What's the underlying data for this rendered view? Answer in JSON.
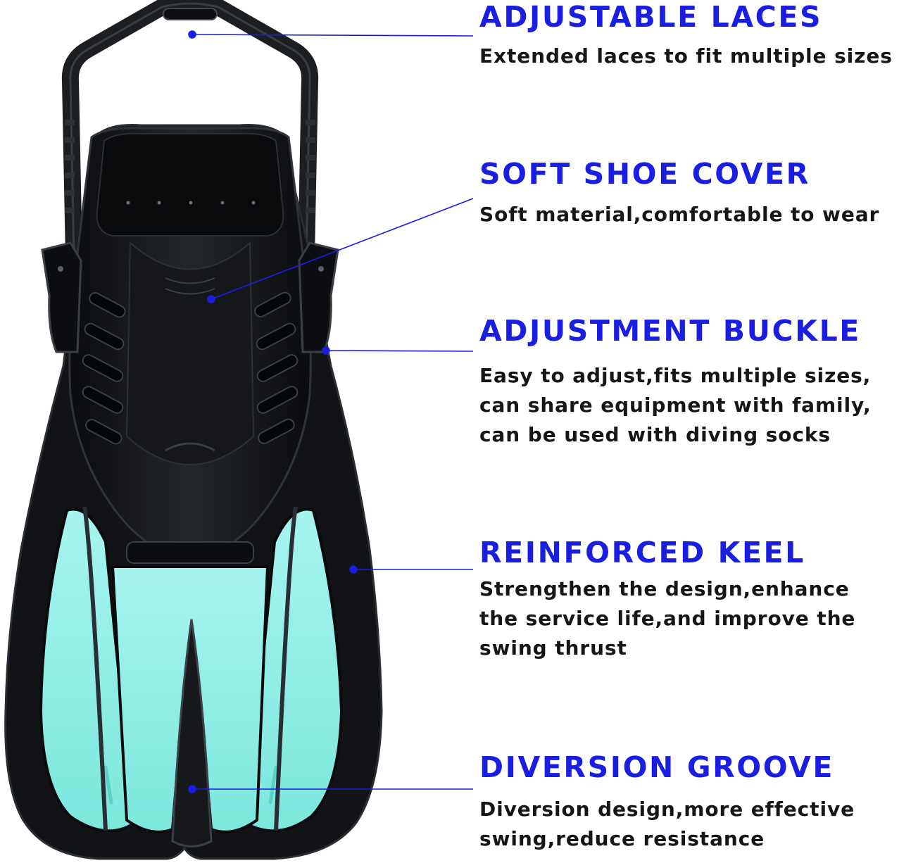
{
  "colors": {
    "title_blue": "#1a1ee0",
    "body_text": "#161616",
    "fin_body": "#111316",
    "fin_blade": "#8ff0e6",
    "leader_line": "#1a1ee0"
  },
  "features": [
    {
      "title": "ADJUSTABLE LACES",
      "description": [
        "Extended laces to fit multiple sizes"
      ]
    },
    {
      "title": "SOFT SHOE COVER",
      "description": [
        "Soft material,comfortable to wear"
      ]
    },
    {
      "title": "ADJUSTMENT BUCKLE",
      "description": [
        "Easy to adjust,fits multiple sizes,",
        "can share equipment with family,",
        "can be used with diving socks"
      ]
    },
    {
      "title": "REINFORCED KEEL",
      "description": [
        "Strengthen the design,enhance",
        "the service life,and improve the",
        "swing thrust"
      ]
    },
    {
      "title": "DIVERSION GROOVE",
      "description": [
        "Diversion design,more effective",
        "swing,reduce resistance"
      ]
    }
  ]
}
